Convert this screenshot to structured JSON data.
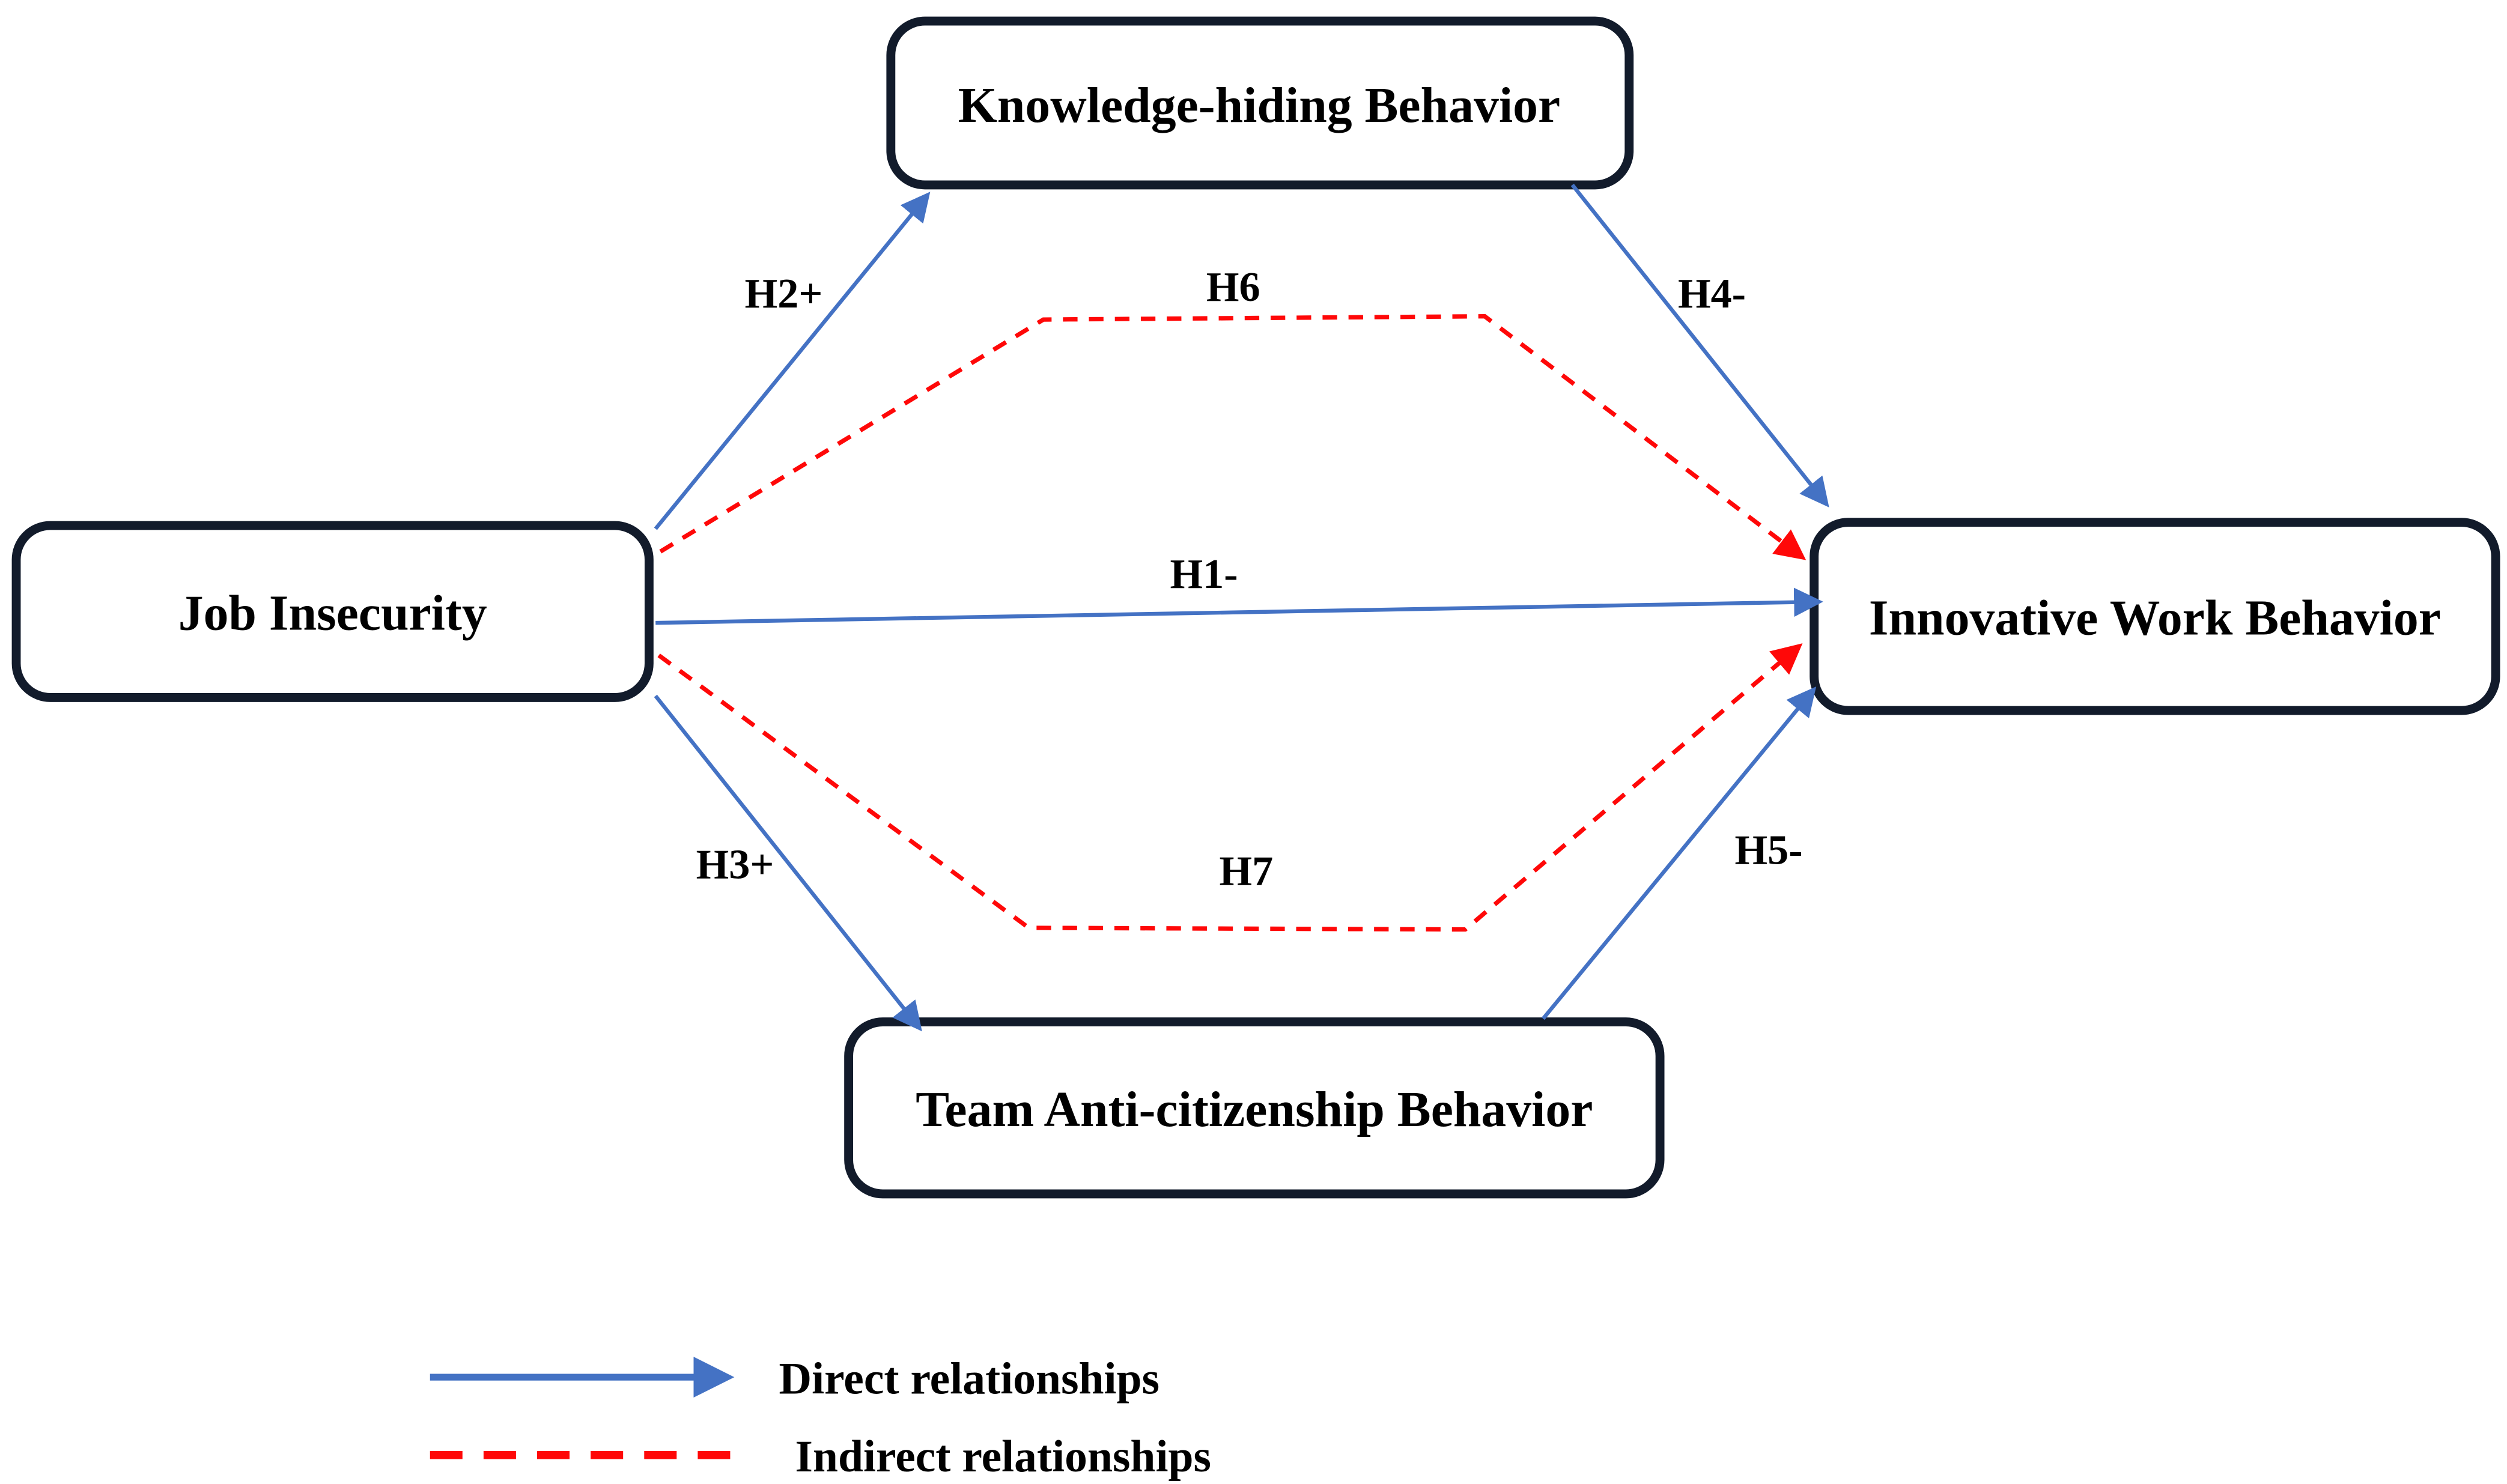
{
  "figure": {
    "background": "#FFFFFF",
    "nodes": {
      "job_insecurity": {
        "label": "Job Insecurity"
      },
      "knowledge_hiding": {
        "label": "Knowledge-hiding Behavior"
      },
      "innovative_work": {
        "label": "Innovative Work Behavior"
      },
      "team_anti_citizenship": {
        "label": "Team Anti-citizenship Behavior"
      }
    },
    "edges": {
      "h1": {
        "label": "H1-",
        "from": "job_insecurity",
        "to": "innovative_work",
        "type": "direct"
      },
      "h2": {
        "label": "H2+",
        "from": "job_insecurity",
        "to": "knowledge_hiding",
        "type": "direct"
      },
      "h3": {
        "label": "H3+",
        "from": "job_insecurity",
        "to": "team_anti_citizenship",
        "type": "direct"
      },
      "h4": {
        "label": "H4-",
        "from": "knowledge_hiding",
        "to": "innovative_work",
        "type": "direct"
      },
      "h5": {
        "label": "H5-",
        "from": "team_anti_citizenship",
        "to": "innovative_work",
        "type": "direct"
      },
      "h6": {
        "label": "H6",
        "from": "job_insecurity",
        "to": "innovative_work",
        "via": "knowledge_hiding",
        "type": "indirect"
      },
      "h7": {
        "label": "H7",
        "from": "job_insecurity",
        "to": "innovative_work",
        "via": "team_anti_citizenship",
        "type": "indirect"
      }
    },
    "legend": {
      "direct_label": "Direct relationships",
      "indirect_label": "Indirect relationships"
    },
    "colors": {
      "direct": "#4472C4",
      "indirect": "#FF0808",
      "node_border": "#121B2B",
      "node_fill": "#FFFFFF",
      "label_text": "#000000"
    }
  }
}
